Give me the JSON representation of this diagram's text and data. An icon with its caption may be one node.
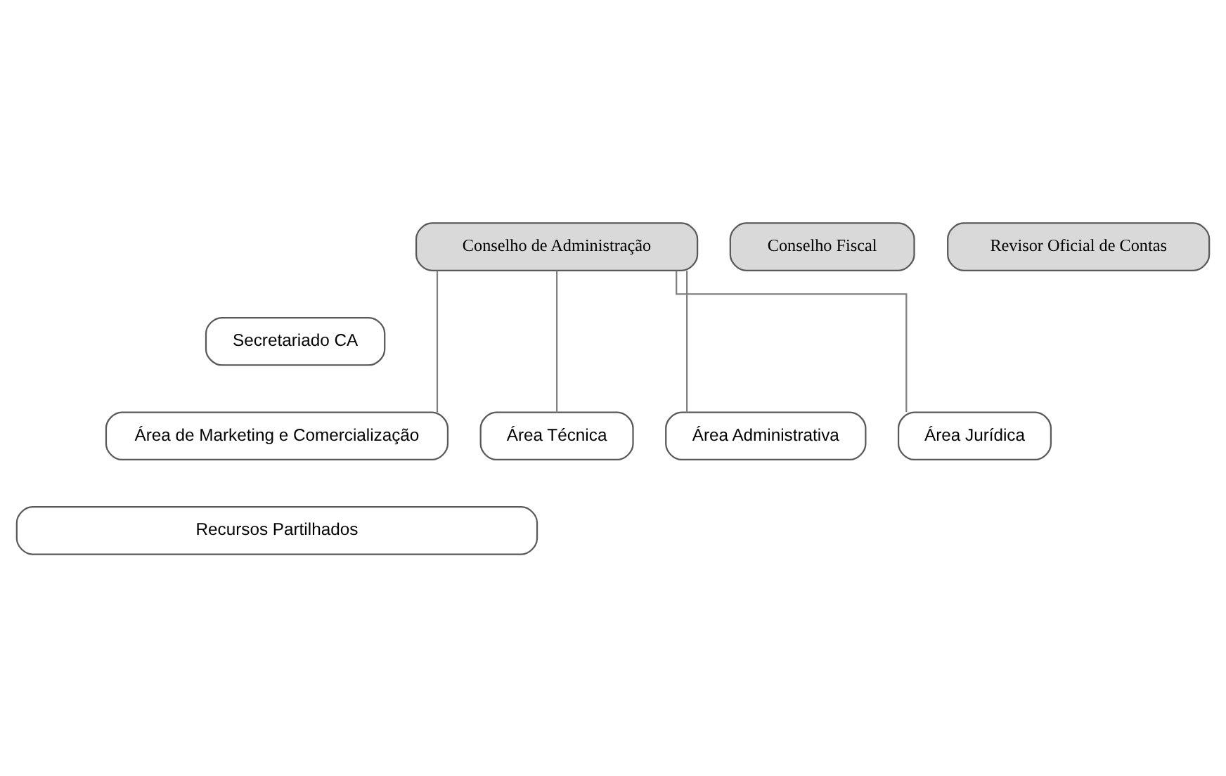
{
  "diagram": {
    "nodes": [
      {
        "text": [
          "Conselho de Administração"
        ]
      },
      {
        "text": [
          "Conselho Fiscal"
        ]
      },
      {
        "text": [
          "Revisor Oficial de Contas"
        ]
      },
      {
        "text": [
          "Secretariado CA"
        ]
      },
      {
        "text": [
          "Área de Marketing e Comercialização"
        ]
      },
      {
        "text": [
          "Área Técnica"
        ]
      },
      {
        "text": [
          "Área Administrativa"
        ]
      },
      {
        "text": [
          "Área Jurídica"
        ]
      },
      {
        "text": [
          "Recursos Partilhados"
        ]
      }
    ],
    "edges": [
      {
        "from": 0,
        "to": 4,
        "arrow": "none"
      },
      {
        "from": 0,
        "to": 5,
        "arrow": "none"
      },
      {
        "from": 0,
        "to": 6,
        "arrow": "none"
      },
      {
        "from": 0,
        "to": 7,
        "arrow": "none"
      }
    ]
  }
}
